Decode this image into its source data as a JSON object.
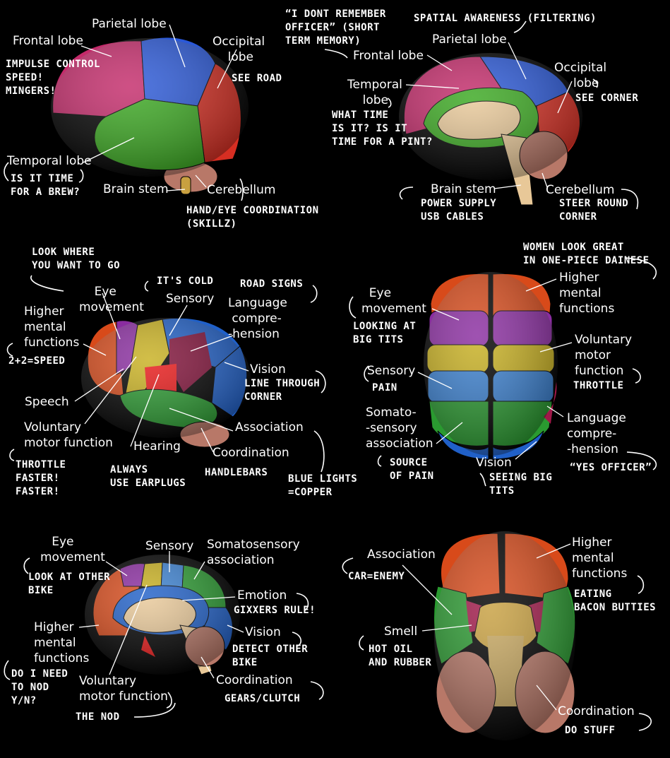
{
  "colors": {
    "frontal": "#c42a6a",
    "parietal": "#2a58d8",
    "occipital": "#d62e22",
    "temporal": "#3aa820",
    "cerebellum": "#b87868",
    "stem": "#c8a040",
    "yellow": "#c8b020",
    "purple": "#8a2ca0",
    "blue": "#2060c8",
    "green": "#2a9a30",
    "lightblue": "#3a80d0",
    "orange": "#d84a1a",
    "inner": "#e8c898"
  },
  "panel1": {
    "frontal": "Frontal lobe",
    "parietal": "Parietal lobe",
    "occipital": "Occipital\n    lobe",
    "temporal": "Temporal lobe",
    "stem": "Brain stem",
    "cerebellum": "Cerebellum",
    "n_frontal": "IMPULSE CONTROL\nSPEED!\nMINGERS!",
    "n_occipital": "SEE ROAD",
    "n_temporal": "IS IT TIME\nFOR A BREW?",
    "n_cerebellum": "HAND/EYE COORDINATION\n(SKILLZ)"
  },
  "panel2": {
    "n_memory": "“I DONT REMEMBER\nOFFICER” (SHORT\nTERM MEMORY)",
    "n_spatial": "SPATIAL AWARENESS (FILTERING)",
    "parietal": "Parietal lobe",
    "frontal": "Frontal lobe",
    "occipital": "Occipital\n     lobe",
    "n_occipital": "SEE CORNER",
    "temporal": "Temporal\n    lobe",
    "n_temporal": "WHAT TIME\nIS IT? IS IT\nTIME FOR A PINT?",
    "stem": "Brain stem",
    "n_stem": "POWER SUPPLY\nUSB CABLES",
    "cerebellum": "Cerebellum",
    "n_cerebellum": "STEER ROUND\nCORNER"
  },
  "panel3": {
    "n_look": "LOOK WHERE\nYOU WANT TO GO",
    "eye": "    Eye\nmovement",
    "n_cold": "IT'S COLD",
    "sensory": "Sensory",
    "n_signs": "ROAD SIGNS",
    "language": "Language\n compre-\n-hension",
    "higher": "Higher\nmental\nfunctions",
    "n_speed": "2+2=SPEED",
    "vision": "Vision",
    "n_vision": "LINE THROUGH\nCORNER",
    "speech": "Speech",
    "voluntary": "Voluntary\nmotor function",
    "association": "Association",
    "hearing": "Hearing",
    "coordination": "Coordination",
    "n_throttle": "THROTTLE\nFASTER!\nFASTER!",
    "n_earplugs": "ALWAYS\nUSE EARPLUGS",
    "n_handlebars": "HANDLEBARS",
    "n_copper": "BLUE LIGHTS\n=COPPER"
  },
  "panel4": {
    "n_women": "WOMEN LOOK GREAT\nIN ONE-PIECE DAINESE",
    "higher": "Higher\nmental\nfunctions",
    "eye": "  Eye\nmovement",
    "n_eye": "LOOKING AT\nBIG TITS",
    "voluntary": "Voluntary\nmotor\nfunction",
    "n_throttle": "THROTTLE",
    "sensory": "Sensory",
    "n_pain": "PAIN",
    "somato": "Somato-\n-sensory\nassociation",
    "language": "Language\ncompre-\n-hension",
    "n_source": "SOURCE\nOF PAIN",
    "vision": "Vision",
    "n_vision": "SEEING BIG\nTITS",
    "n_officer": "“YES OFFICER”"
  },
  "panel5": {
    "eye": "   Eye\nmovement",
    "sensory": "Sensory",
    "somato": "Somatosensory\nassociation",
    "n_bike": "LOOK AT OTHER\nBIKE",
    "emotion": "Emotion",
    "n_emotion": "GIXXERS RULE!",
    "higher": "Higher\nmental\nfunctions",
    "vision": "Vision",
    "n_vision": "DETECT OTHER\nBIKE",
    "n_nod": "DO I NEED\nTO NOD\nY/N?",
    "voluntary": "Voluntary\nmotor function",
    "coordination": "Coordination",
    "n_gears": "GEARS/CLUTCH",
    "n_thenod": "THE NOD"
  },
  "panel6": {
    "association": "Association",
    "n_car": "CAR=ENEMY",
    "higher": "Higher\nmental\nfunctions",
    "n_bacon": "EATING\nBACON BUTTIES",
    "smell": "Smell",
    "n_smell": "HOT OIL\nAND RUBBER",
    "coordination": "Coordination",
    "n_stuff": "DO STUFF"
  }
}
